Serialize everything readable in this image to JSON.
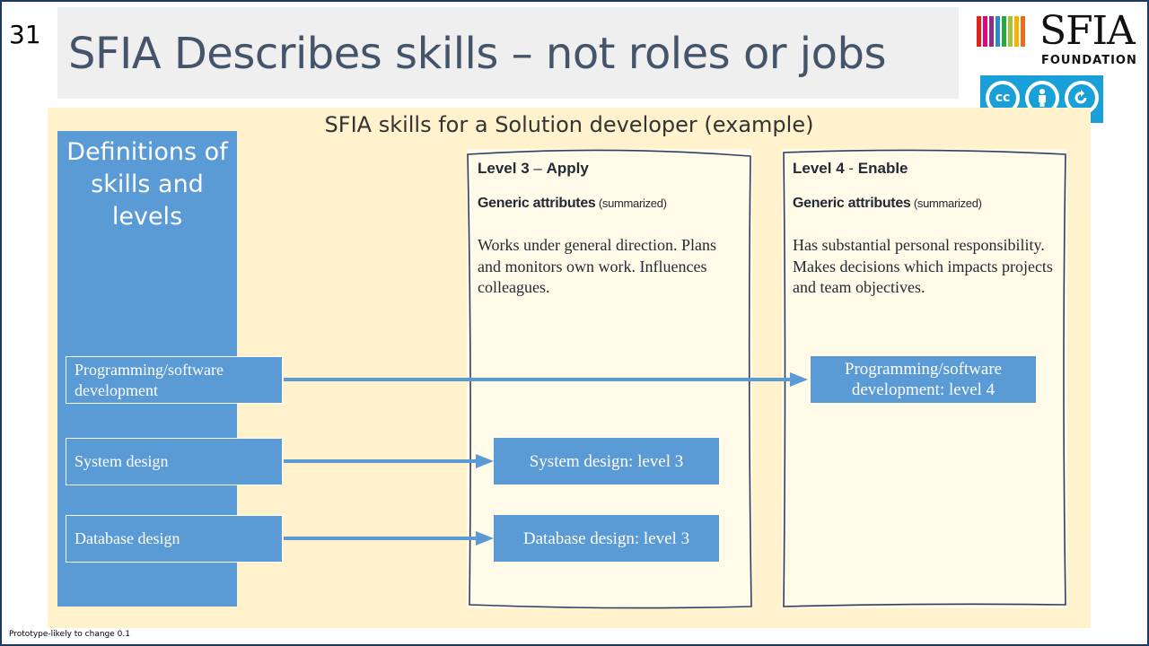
{
  "slide": {
    "number": "31",
    "title": "SFIA Describes skills – not roles or jobs",
    "footer": "Prototype-likely to change 0.1"
  },
  "logo": {
    "word": "SFIA",
    "sub": "FOUNDATION",
    "stripe_colors": [
      "#e2231a",
      "#e6007e",
      "#8b2d8e",
      "#2d8acb",
      "#27a845",
      "#9fc43a",
      "#f7b200",
      "#ec6b1e"
    ],
    "license_badge_color": "#1aa0d8"
  },
  "panel": {
    "title": "SFIA skills for a Solution developer (example)"
  },
  "definitions": {
    "title_lines": [
      "Definitions of",
      "skills and",
      "levels"
    ],
    "skills": [
      {
        "label": "Programming/software development"
      },
      {
        "label": "System design"
      },
      {
        "label": "Database design"
      }
    ]
  },
  "levels": [
    {
      "heading_level": "Level 3",
      "heading_sep": " – ",
      "heading_name": "Apply",
      "attr_label": "Generic attributes",
      "attr_note": " (summarized)",
      "description": "Works under general direction. Plans and monitors own work. Influences colleagues."
    },
    {
      "heading_level": "Level 4",
      "heading_sep": " - ",
      "heading_name": "Enable",
      "attr_label": "Generic attributes",
      "attr_note": " (summarized)",
      "description": "Has substantial personal responsibility. Makes decisions which impacts projects and team objectives."
    }
  ],
  "mappings": [
    {
      "label": "Programming/software development: level 4"
    },
    {
      "label": "System design: level 3"
    },
    {
      "label": "Database design: level 3"
    }
  ],
  "colors": {
    "accent_blue": "#5b9bd5",
    "panel_bg": "#fff2cc",
    "title_text": "#44546a",
    "card_border": "#2f3f5f"
  }
}
